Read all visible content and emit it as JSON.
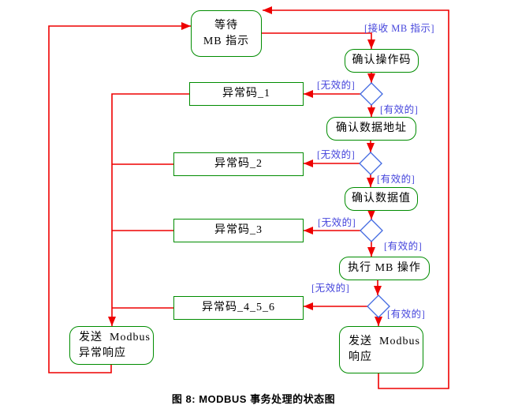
{
  "diagram": {
    "caption": "图 8: MODBUS 事务处理的状态图",
    "colors": {
      "connector": "#EE0000",
      "node_border": "#008C00",
      "decision_border": "#4169E1",
      "guard_text": "#4646DC",
      "node_text": "#000000",
      "background": "#FFFFFF"
    },
    "nodes": {
      "wait": {
        "line1": "等待",
        "line2": "MB 指示"
      },
      "confirm_opcode": {
        "label": "确认操作码"
      },
      "exception_1": {
        "label": "异常码_1"
      },
      "confirm_address": {
        "label": "确认数据地址"
      },
      "exception_2": {
        "label": "异常码_2"
      },
      "confirm_value": {
        "label": "确认数据值"
      },
      "exception_3": {
        "label": "异常码_3"
      },
      "execute": {
        "label": "执行 MB 操作"
      },
      "exception_4_5_6": {
        "label": "异常码_4_5_6"
      },
      "send_exception_response": {
        "line1": "发送  Modbus",
        "line2": "异常响应"
      },
      "send_response": {
        "line1": "发送  Modbus",
        "line2": "响应"
      }
    },
    "guards": {
      "receive": "[接收 MB 指示]",
      "rows": [
        {
          "invalid": "[无效的]",
          "valid": "[有效的]"
        },
        {
          "invalid": "[无效的]",
          "valid": "[有效的]"
        },
        {
          "invalid": "[无效的]",
          "valid": "[有效的]"
        },
        {
          "invalid": "[无效的]",
          "valid": "[有效的]"
        }
      ]
    }
  }
}
